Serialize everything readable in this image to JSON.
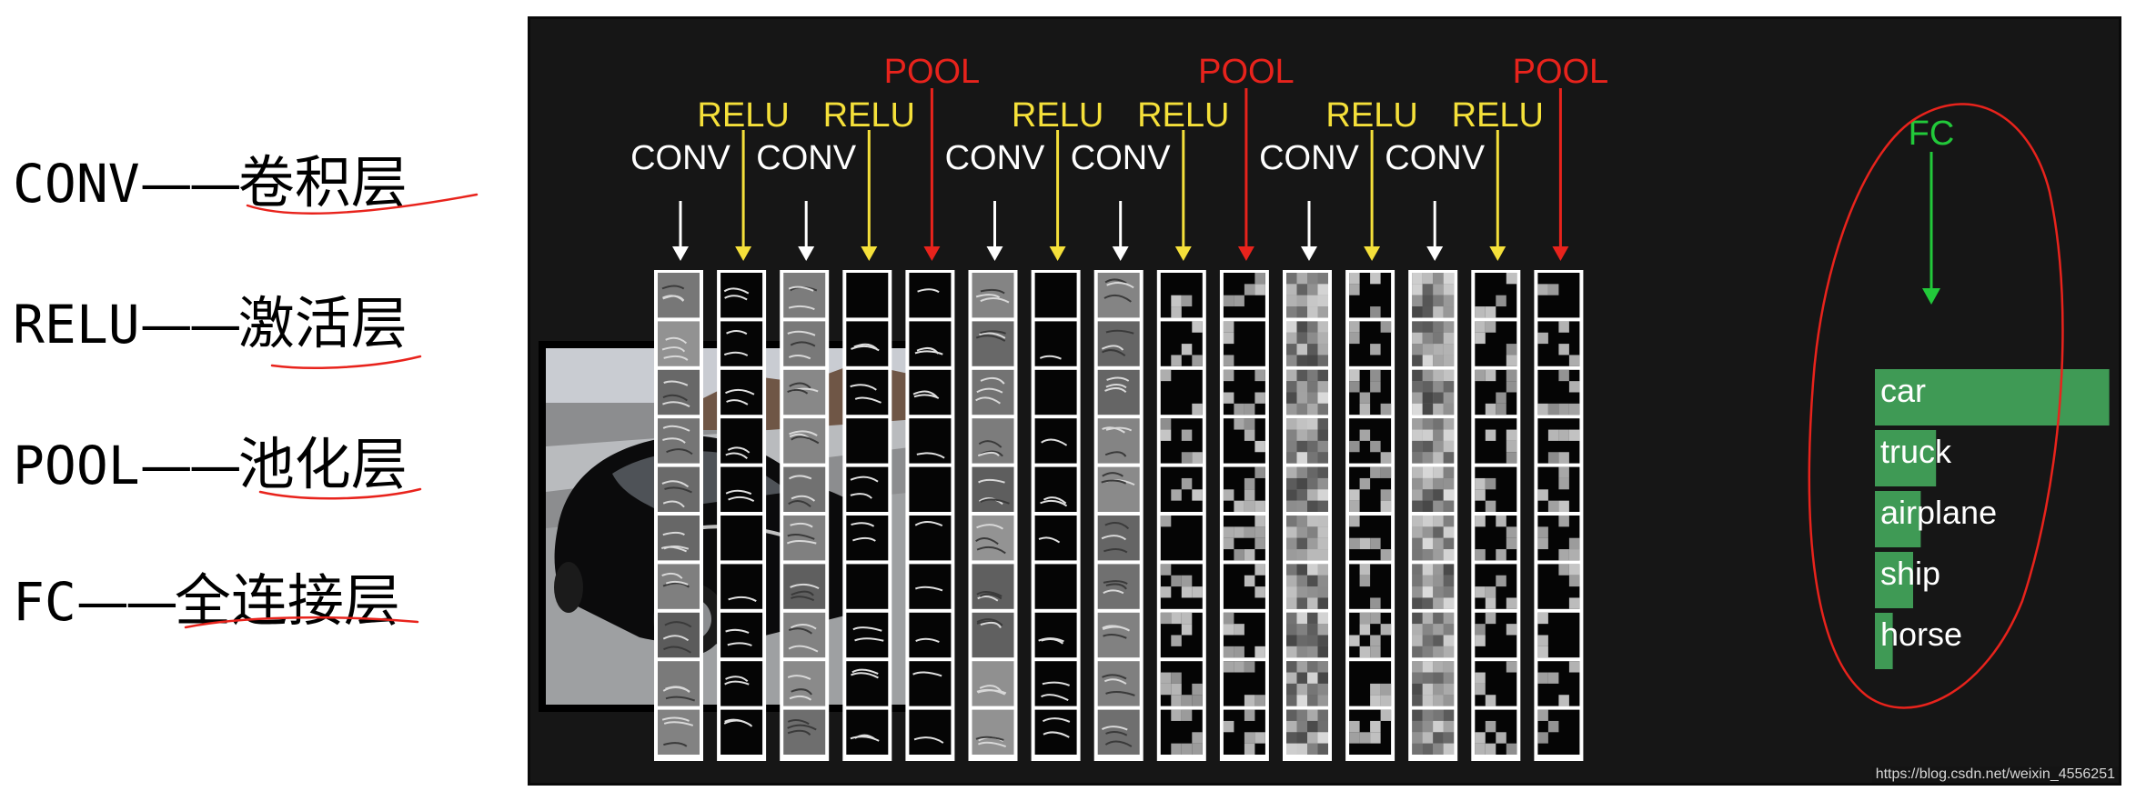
{
  "legend": [
    {
      "term": "CONV",
      "dash": "——",
      "cn": "卷积层"
    },
    {
      "term": "RELU",
      "dash": "——",
      "cn": "激活层"
    },
    {
      "term": "POOL",
      "dash": "——",
      "cn": "池化层"
    },
    {
      "term": "FC",
      "dash": "——",
      "cn": "全连接层"
    }
  ],
  "layers": [
    {
      "label": "CONV",
      "kind": "conv"
    },
    {
      "label": "RELU",
      "kind": "relu"
    },
    {
      "label": "CONV",
      "kind": "conv"
    },
    {
      "label": "RELU",
      "kind": "relu"
    },
    {
      "label": "POOL",
      "kind": "pool"
    },
    {
      "label": "CONV",
      "kind": "conv"
    },
    {
      "label": "RELU",
      "kind": "relu"
    },
    {
      "label": "CONV",
      "kind": "conv"
    },
    {
      "label": "RELU",
      "kind": "relu"
    },
    {
      "label": "POOL",
      "kind": "pool"
    },
    {
      "label": "CONV",
      "kind": "conv"
    },
    {
      "label": "RELU",
      "kind": "relu"
    },
    {
      "label": "CONV",
      "kind": "conv"
    },
    {
      "label": "RELU",
      "kind": "relu"
    },
    {
      "label": "POOL",
      "kind": "pool"
    }
  ],
  "fc_label": "FC",
  "classes": [
    {
      "name": "car",
      "score": 0.92
    },
    {
      "name": "truck",
      "score": 0.24
    },
    {
      "name": "airplane",
      "score": 0.18
    },
    {
      "name": "ship",
      "score": 0.15
    },
    {
      "name": "horse",
      "score": 0.07
    }
  ],
  "colors": {
    "conv": "#ffffff",
    "relu": "#f5e03a",
    "pool": "#e8231c",
    "fc": "#22c93a",
    "bar": "#3f9a55",
    "annotation": "#e8231c"
  },
  "watermark": "https://blog.csdn.net/weixin_4556251"
}
